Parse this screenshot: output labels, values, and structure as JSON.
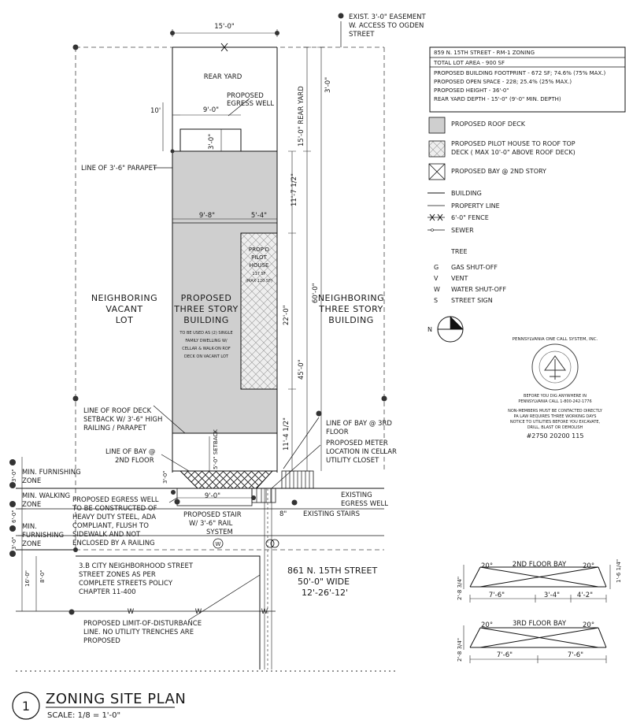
{
  "title": "ZONING SITE PLAN",
  "sheet_number": "1",
  "scale": "SCALE: 1/8 = 1'-0\"",
  "zoning_table": [
    "859 N. 15TH STREET - RM-1 ZONING",
    "TOTAL LOT AREA - 900 SF",
    "PROPOSED BUILDING FOOTPRINT - 672 SF; 74.6% (75% MAX.)",
    "PROPOSED OPEN SPACE - 228; 25.4% (25% MAX.)",
    "PROPOSED HEIGHT - 36'-0\"",
    "REAR YARD DEPTH - 15'-0\" (9'-0\" MIN. DEPTH)"
  ],
  "legend": {
    "roof_deck": "PROPOSED ROOF DECK",
    "pilot_house_1": "PROPOSED PILOT HOUSE TO ROOF TOP",
    "pilot_house_2": "DECK ( MAX 10'-0\" ABOVE ROOF DECK)",
    "bay": "PROPOSED BAY @ 2ND STORY",
    "building": "BUILDING",
    "property_line": "PROPERTY LINE",
    "fence": "6'-0\" FENCE",
    "sewer": "SEWER",
    "tree": "TREE",
    "gas_key": "G",
    "gas": "GAS SHUT-OFF",
    "vent_key": "V",
    "vent": "VENT",
    "water_key": "W",
    "water": "WATER SHUT-OFF",
    "sign_key": "S",
    "sign": "STREET SIGN"
  },
  "north_label": "N",
  "pa_one_call": {
    "title": "PENNSYLVANIA ONE CALL SYSTEM, INC.",
    "line1": "BEFORE YOU DIG ANYWHERE IN",
    "line2": "PENNSYLVANIA CALL 1-800-242-1776",
    "line3": "NON-MEMBERS MUST BE CONTACTED DIRECTLY",
    "line4": "PA LAW REQUIRES THREE WORKING DAYS",
    "line5": "NOTICE TO UTILITIES BEFORE YOU EXCAVATE,",
    "line6": "DRILL, BLAST OR DEMOLISH",
    "serial": "#2750 20200 115"
  },
  "plan": {
    "easement_1": "EXIST. 3'-0\" EASEMENT",
    "easement_2": "W. ACCESS TO OGDEN",
    "easement_3": "STREET",
    "dim_15": "15'-0\"",
    "rear_yard": "REAR YARD",
    "egress_well_1": "PROPOSED",
    "egress_well_2": "EGRESS WELL",
    "dim_10": "10'",
    "dim_9": "9'-0\"",
    "dim_3": "3'-0\"",
    "dim_3b": "3'-0\"",
    "rear_yard_dim": "15'-0\" REAR YARD",
    "parapet": "LINE OF 3'-6\" PARAPET",
    "dim_11_7": "11'-7 1/2\"",
    "dim_9_8": "9'-8\"",
    "dim_5_4": "5'-4\"",
    "pilot_1": "PROP'D",
    "pilot_2": "PILOT",
    "pilot_3": "HOUSE",
    "pilot_4": "117 SF",
    "pilot_5": "(MAX 120 SF)",
    "left_lot_1": "NEIGHBORING",
    "left_lot_2": "VACANT",
    "left_lot_3": "LOT",
    "bldg_1": "PROPOSED",
    "bldg_2": "THREE STORY",
    "bldg_3": "BUILDING",
    "bldg_note_1": "TO BE USED AS (2) SINGLE",
    "bldg_note_2": "FAMILY DWELLING W/",
    "bldg_note_3": "CELLAR & WALK-ON ROF",
    "bldg_note_4": "DECK ON VACANT LOT",
    "right_lot_1": "NEIGHBORING",
    "right_lot_2": "THREE STORY",
    "right_lot_3": "BUILDING",
    "dim_60": "60'-0\"",
    "dim_22": "22'-0\"",
    "dim_45": "45'-0\"",
    "dim_11_4": "11'-4 1/2\"",
    "roofdeck_1": "LINE OF ROOF DECK",
    "roofdeck_2": "SETBACK W/ 3'-6\" HIGH",
    "roofdeck_3": "RAILING / PARAPET",
    "bay3_1": "LINE OF BAY @ 3RD",
    "bay3_2": "FLOOR",
    "bay2_1": "LINE OF BAY @",
    "bay2_2": "2ND FLOOR",
    "setback": "5'-0\" SETBACK",
    "meter_1": "PROPOSED METER",
    "meter_2": "LOCATION IN CELLAR",
    "meter_3": "UTILITY CLOSET",
    "furnish_1": "MIN. FURNISHING",
    "furnish_2": "ZONE",
    "walking_1": "MIN. WALKING",
    "walking_2": "ZONE",
    "furnish2_1": "MIN.",
    "furnish2_2": "FURNISHING",
    "furnish2_3": "ZONE",
    "zone_dim_1": "3'-0\"",
    "zone_dim_2": "6'-0\"",
    "zone_dim_3": "3'-0\"",
    "zone_dim_4": "16'-0\"",
    "zone_dim_5": "8'-0\"",
    "dim_9b": "9'-0\"",
    "dim_3c": "3'-0\"",
    "egress_new_1": "PROPOSED EGRESS WELL",
    "egress_new_2": "TO BE CONSTRUCTED OF",
    "egress_new_3": "HEAVY DUTY STEEL, ADA",
    "egress_new_4": "COMPLIANT, FLUSH TO",
    "egress_new_5": "SIDEWALK AND NOT",
    "egress_new_6": "ENCLOSED BY A RAILING",
    "existing_egress_1": "EXISTING",
    "existing_egress_2": "EGRESS WELL",
    "stair_1": "PROPOSED STAIR",
    "stair_2": "W/ 3'-6\" RAIL",
    "stair_3": "SYSTEM",
    "dim_8in": "8\"",
    "existing_stairs": "EXISTING STAIRS",
    "street_zone_1": "3.B CITY NEIGHBORHOOD STREET",
    "street_zone_2": "STREET ZONES AS PER",
    "street_zone_3": "COMPLETE STREETS POLICY",
    "street_zone_4": "CHAPTER 11-400",
    "street_1": "861 N. 15TH STREET",
    "street_2": "50'-0\" WIDE",
    "street_3": "12'-26'-12'",
    "lod_1": "PROPOSED LIMIT-OF-DISTURBANCE",
    "lod_2": "LINE. NO UTILITY TRENCHES ARE",
    "lod_3": "PROPOSED",
    "w_mark": "W",
    "w_mark2": "W",
    "w_mark3": "W",
    "w_mark4": "W"
  },
  "bays": {
    "second_title": "2ND FLOOR BAY",
    "second_angle_l": "20°",
    "second_angle_r": "20°",
    "second_dim_depth": "2'-8 3/4\"",
    "second_dim_right": "1'-6 1/4\"",
    "second_dim_a": "7'-6\"",
    "second_dim_b": "3'-4\"",
    "second_dim_c": "4'-2\"",
    "third_title": "3RD FLOOR BAY",
    "third_angle_l": "20°",
    "third_angle_r": "20°",
    "third_dim_depth": "2'-8 3/4\"",
    "third_dim_a": "7'-6\"",
    "third_dim_b": "7'-6\""
  }
}
